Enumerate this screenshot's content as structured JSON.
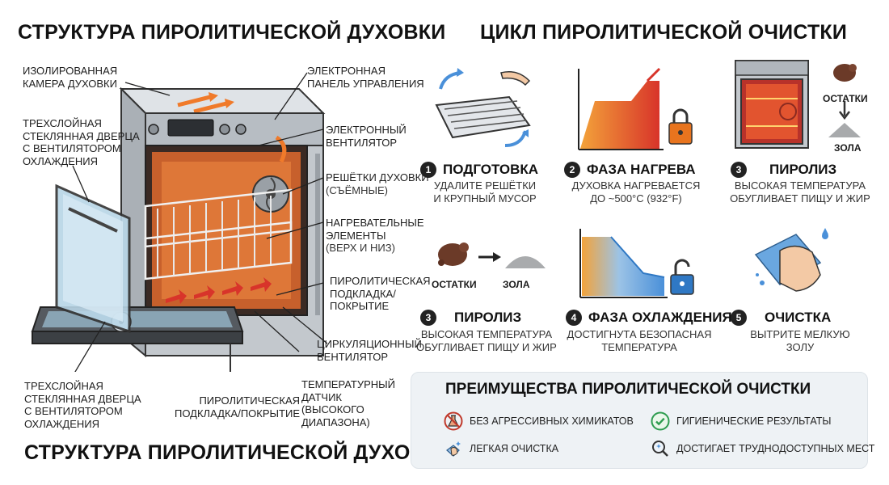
{
  "left": {
    "title_top": "СТРУКТУРА ПИРОЛИТИЧЕСКОЙ ДУХОВКИ",
    "title_bottom": "СТРУКТУРА ПИРОЛИТИЧЕСКОЙ ДУХОВКИ",
    "labels": {
      "insulated": [
        "ИЗОЛИРОВАННАЯ",
        "КАМЕРА ДУХОВКИ"
      ],
      "door_top": [
        "ТРЕХСЛОЙНАЯ",
        "СТЕКЛЯННАЯ ДВЕРЦА",
        "С ВЕНТИЛЯТОРОМ",
        "ОХЛАЖДЕНИЯ"
      ],
      "panel": [
        "ЭЛЕКТРОННАЯ",
        "ПАНЕЛЬ УПРАВЛЕНИЯ"
      ],
      "fan": [
        "ЭЛЕКТРОННЫЙ",
        "ВЕНТИЛЯТОР"
      ],
      "racks": [
        "РЕШЁТКИ ДУХОВКИ",
        "(СЪЁМНЫЕ)"
      ],
      "heating": [
        "НАГРЕВАТЕЛЬНЫЕ",
        "ЭЛЕМЕНТЫ",
        "(ВЕРХ И НИЗ)"
      ],
      "liner_right": [
        "ПИРОЛИТИЧЕСКАЯ",
        "ПОДКЛАДКА/",
        "ПОКРЫТИЕ"
      ],
      "circ_fan": [
        "ЦИРКУЛЯЦИОННЫЙ",
        "ВЕНТИЛЯТОР"
      ],
      "temp_sensor": [
        "ТЕМПЕРАТУРНЫЙ",
        "ДАТЧИК",
        "(ВЫСОКОГО",
        "ДИАПАЗОНА)"
      ],
      "liner_bottom": [
        "ПИРОЛИТИЧЕСКАЯ",
        "ПОДКЛАДКА/ПОКРЫТИЕ"
      ],
      "door_bottom": [
        "ТРЕХСЛОЙНАЯ",
        "СТЕКЛЯННАЯ ДВЕРЦА",
        "С ВЕНТИЛЯТОРОМ",
        "ОХЛАЖДЕНИЯ"
      ]
    }
  },
  "cycle": {
    "title": "ЦИКЛ ПИРОЛИТИЧЕСКОЙ ОЧИСТКИ",
    "steps": [
      {
        "num": "1",
        "title": "ПОДГОТОВКА",
        "lines": [
          "УДАЛИТЕ РЕШЁТКИ",
          "И КРУПНЫЙ МУСОР"
        ]
      },
      {
        "num": "2",
        "title": "ФАЗА НАГРЕВА",
        "lines": [
          "ДУХОВКА НАГРЕВАЕТСЯ",
          "ДО ~500°C (932°F)"
        ]
      },
      {
        "num": "3",
        "title": "ПИРОЛИЗ",
        "lines": [
          "ВЫСОКАЯ ТЕМПЕРАТУРА",
          "ОБУГЛИВАЕТ ПИЩУ И ЖИР"
        ]
      },
      {
        "num": "3",
        "title": "ПИРОЛИЗ",
        "lines": [
          "ВЫСОКАЯ ТЕМПЕРАТУРА",
          "ОБУГЛИВАЕТ ПИЩУ И ЖИР"
        ]
      },
      {
        "num": "4",
        "title": "ФАЗА ОХЛАЖДЕНИЯ",
        "lines": [
          "ДОСТИГНУТА БЕЗОПАСНАЯ",
          "ТЕМПЕРАТУРА"
        ]
      },
      {
        "num": "5",
        "title": "ОЧИСТКА",
        "lines": [
          "ВЫТРИТЕ МЕЛКУЮ",
          "ЗОЛУ"
        ]
      }
    ],
    "residue_label": "ОСТАТКИ",
    "ash_label": "ЗОЛА"
  },
  "advantages": {
    "title": "ПРЕИМУЩЕСТВА ПИРОЛИТИЧЕСКОЙ ОЧИСТКИ",
    "items": [
      {
        "icon": "no-chemicals-icon",
        "label": "БЕЗ АГРЕССИВНЫХ ХИМИКАТОВ"
      },
      {
        "icon": "check-circle-icon",
        "label": "ГИГИЕНИЧЕСКИЕ РЕЗУЛЬТАТЫ"
      },
      {
        "icon": "sparkle-hand-icon",
        "label": "ЛЕГКАЯ ОЧИСТКА"
      },
      {
        "icon": "magnifier-icon",
        "label": "ДОСТИГАЕТ ТРУДНОДОСТУПНЫХ МЕСТ"
      }
    ]
  },
  "colors": {
    "heat_orange": "#f07a2a",
    "heat_red": "#d8342a",
    "cool_blue": "#4a90d9",
    "steel": "#c9ced3",
    "lock_orange": "#e8741e",
    "lock_blue": "#2f78c4",
    "glove_blue": "#6aa7e0"
  }
}
